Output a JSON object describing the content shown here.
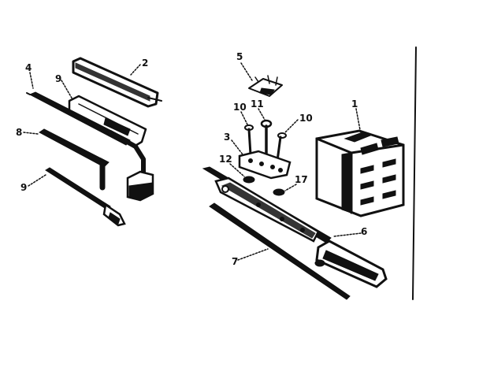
{
  "callouts": {
    "c1": "1",
    "c2": "2",
    "c3": "3",
    "c4": "4",
    "c5": "5",
    "c6": "6",
    "c7": "7",
    "c8": "8",
    "c9a": "9",
    "c9b": "9",
    "c10a": "10",
    "c10b": "10",
    "c11": "11",
    "c12": "12",
    "c17": "17"
  }
}
